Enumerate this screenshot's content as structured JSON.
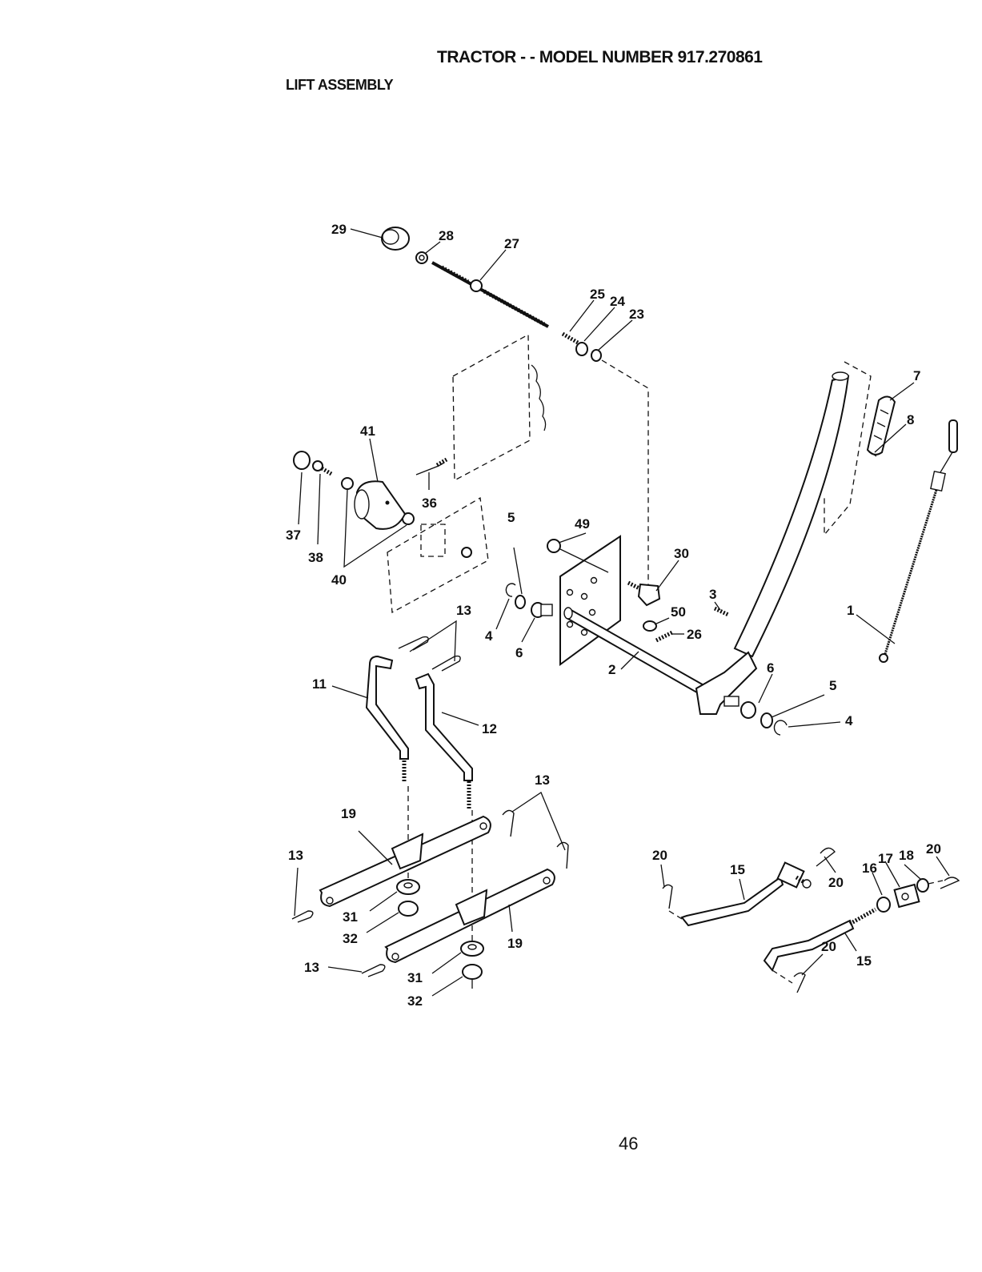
{
  "header": {
    "title": "TRACTOR - - MODEL NUMBER 917.270861",
    "section": "LIFT ASSEMBLY"
  },
  "footer": {
    "page_number": "46"
  },
  "callouts": [
    {
      "id": "c-29",
      "text": "29"
    },
    {
      "id": "c-28",
      "text": "28"
    },
    {
      "id": "c-27",
      "text": "27"
    },
    {
      "id": "c-25",
      "text": "25"
    },
    {
      "id": "c-24",
      "text": "24"
    },
    {
      "id": "c-23",
      "text": "23"
    },
    {
      "id": "c-7",
      "text": "7"
    },
    {
      "id": "c-8",
      "text": "8"
    },
    {
      "id": "c-41",
      "text": "41"
    },
    {
      "id": "c-36",
      "text": "36"
    },
    {
      "id": "c-37",
      "text": "37"
    },
    {
      "id": "c-38",
      "text": "38"
    },
    {
      "id": "c-40",
      "text": "40"
    },
    {
      "id": "c-5a",
      "text": "5"
    },
    {
      "id": "c-49",
      "text": "49"
    },
    {
      "id": "c-30",
      "text": "30"
    },
    {
      "id": "c-1",
      "text": "1"
    },
    {
      "id": "c-3",
      "text": "3"
    },
    {
      "id": "c-50",
      "text": "50"
    },
    {
      "id": "c-26",
      "text": "26"
    },
    {
      "id": "c-13a",
      "text": "13"
    },
    {
      "id": "c-4a",
      "text": "4"
    },
    {
      "id": "c-6a",
      "text": "6"
    },
    {
      "id": "c-2",
      "text": "2"
    },
    {
      "id": "c-6b",
      "text": "6"
    },
    {
      "id": "c-5b",
      "text": "5"
    },
    {
      "id": "c-4b",
      "text": "4"
    },
    {
      "id": "c-11",
      "text": "11"
    },
    {
      "id": "c-12",
      "text": "12"
    },
    {
      "id": "c-13b",
      "text": "13"
    },
    {
      "id": "c-19a",
      "text": "19"
    },
    {
      "id": "c-13c",
      "text": "13"
    },
    {
      "id": "c-31a",
      "text": "31"
    },
    {
      "id": "c-32a",
      "text": "32"
    },
    {
      "id": "c-19b",
      "text": "19"
    },
    {
      "id": "c-13d",
      "text": "13"
    },
    {
      "id": "c-31b",
      "text": "31"
    },
    {
      "id": "c-32b",
      "text": "32"
    },
    {
      "id": "c-20a",
      "text": "20"
    },
    {
      "id": "c-15a",
      "text": "15"
    },
    {
      "id": "c-20b",
      "text": "20"
    },
    {
      "id": "c-16",
      "text": "16"
    },
    {
      "id": "c-17",
      "text": "17"
    },
    {
      "id": "c-18",
      "text": "18"
    },
    {
      "id": "c-20c",
      "text": "20"
    },
    {
      "id": "c-20d",
      "text": "20"
    },
    {
      "id": "c-15b",
      "text": "15"
    }
  ]
}
